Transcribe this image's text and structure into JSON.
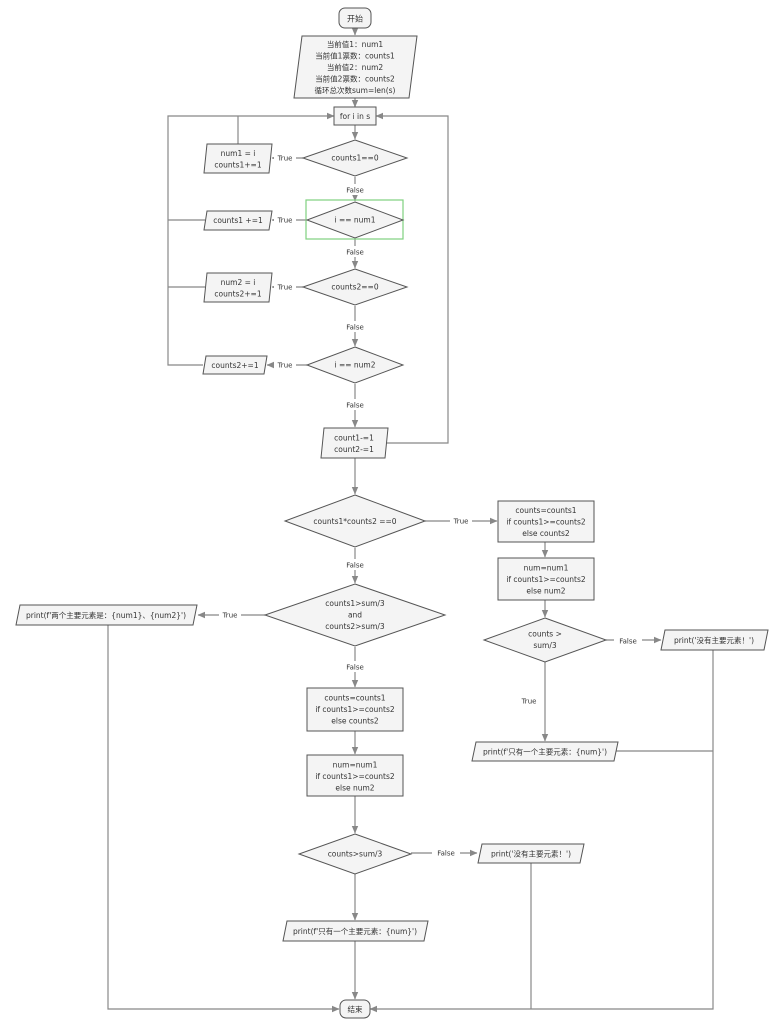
{
  "nodes": {
    "start": "开始",
    "init": [
      "当前值1：num1",
      "当前值1票数：counts1",
      "当前值2：num2",
      "当前值2票数：counts2",
      "循环总次数sum=len(s)"
    ],
    "loop": "for i in s",
    "d1": "counts1==0",
    "p1": [
      "num1 = i",
      "counts1+=1"
    ],
    "d2": "i == num1",
    "p2": "counts1 +=1",
    "d3": "counts2==0",
    "p3": [
      "num2 = i",
      "counts2+=1"
    ],
    "d4": "i == num2",
    "p4": "counts2+=1",
    "p5": [
      "count1-=1",
      "count2-=1"
    ],
    "d5": "counts1*counts2 ==0",
    "r1": [
      "counts=counts1",
      "if counts1>=counts2",
      "else counts2"
    ],
    "r2": [
      "num=num1",
      "if counts1>=counts2",
      "else num2"
    ],
    "d6": [
      "counts >",
      "sum/3"
    ],
    "o1": "print('没有主要元素！')",
    "o2": "print(f'只有一个主要元素：{num}')",
    "d7": [
      "counts1>sum/3",
      "and",
      "counts2>sum/3"
    ],
    "o3": "print(f'两个主要元素是：{num1}、{num2}')",
    "l1": [
      "counts=counts1",
      "if counts1>=counts2",
      "else counts2"
    ],
    "l2": [
      "num=num1",
      "if counts1>=counts2",
      "else num2"
    ],
    "d8": "counts>sum/3",
    "o4": "print('没有主要元素！')",
    "o5": "print(f'只有一个主要元素：{num}')",
    "end": "结束"
  },
  "edge_labels": {
    "true": "True",
    "false": "False"
  }
}
